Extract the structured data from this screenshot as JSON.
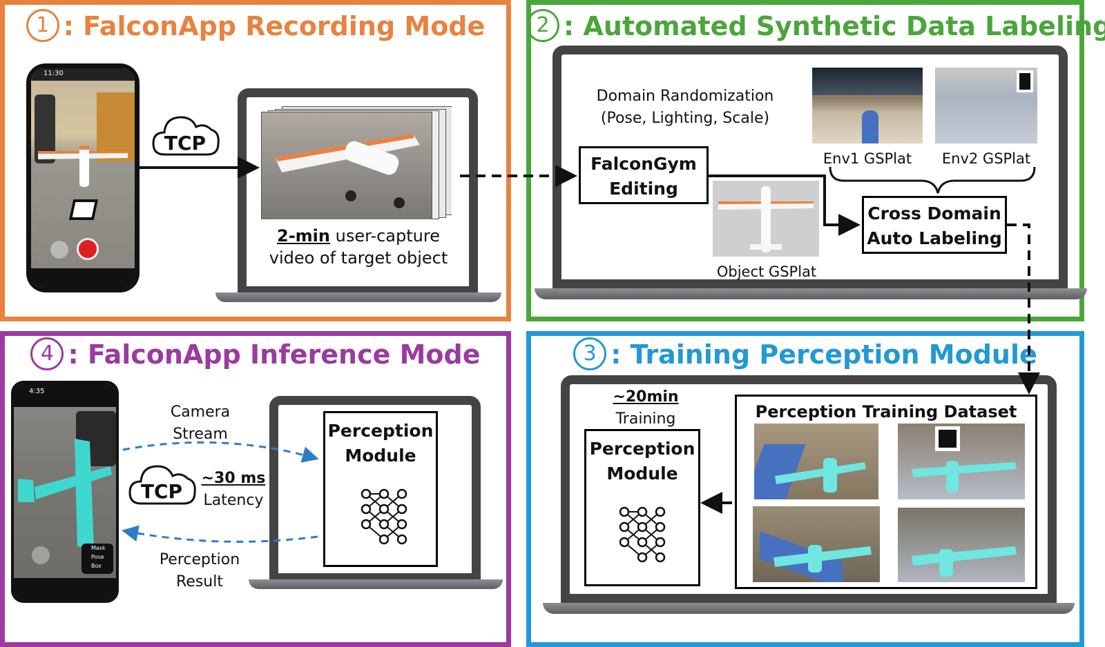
{
  "panels": {
    "p1": {
      "num": "1",
      "title": ": FalconApp Recording Mode",
      "color": "#e8823e"
    },
    "p2": {
      "num": "2",
      "title": ": Automated Synthetic Data Labeling",
      "color": "#4aa63a"
    },
    "p3": {
      "num": "3",
      "title": ": Training Perception Module",
      "color": "#2299d4"
    },
    "p4": {
      "num": "4",
      "title": ": FalconApp Inference Mode",
      "color": "#9b3aa0"
    }
  },
  "p1": {
    "phone_time": "11:30",
    "tcp": "TCP",
    "capture_bold": "2-min",
    "capture_rest": " user-capture",
    "capture_line2": "video of target object"
  },
  "p2": {
    "dr_line1": "Domain Randomization",
    "dr_line2": "(Pose, Lighting, Scale)",
    "editing_line1": "FalconGym",
    "editing_line2": "Editing",
    "env1": "Env1 GSPlat",
    "env2": "Env2 GSPlat",
    "object": "Object GSPlat",
    "cross_line1": "Cross Domain",
    "cross_line2": "Auto Labeling"
  },
  "p3": {
    "time_bold": "~20min",
    "time_label": "Training",
    "module_line1": "Perception",
    "module_line2": "Module",
    "dataset_title": "Perception Training Dataset"
  },
  "p4": {
    "phone_time": "4:35",
    "camera_line1": "Camera",
    "camera_line2": "Stream",
    "tcp": "TCP",
    "latency_bold": "~30 ms",
    "latency_label": "Latency",
    "result_line1": "Perception",
    "result_line2": "Result",
    "module_line1": "Perception",
    "module_line2": "Module",
    "checkbox_items": [
      "Mask",
      "Pose",
      "Box"
    ]
  },
  "colors": {
    "arrow_dashed_blue": "#2a7fc4",
    "laptop": "#444444"
  }
}
